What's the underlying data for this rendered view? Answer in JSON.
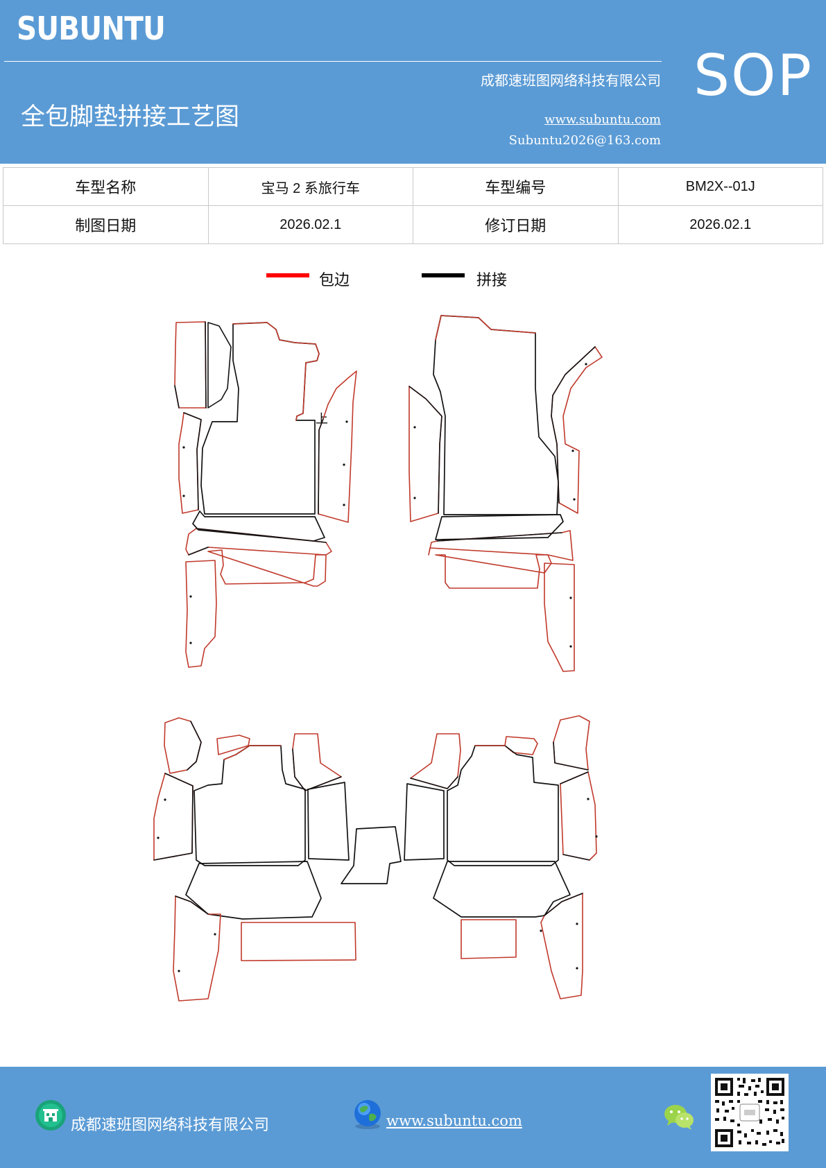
{
  "header": {
    "brand": "SUBUNTU",
    "company": "成都速班图网络科技有限公司",
    "title": "全包脚垫拼接工艺图",
    "website": "www.subuntu.com",
    "email": "Subuntu2026@163.com",
    "badge": "SOP"
  },
  "info_table": {
    "rows": [
      [
        "车型名称",
        "宝马 2 系旅行车",
        "车型编号",
        "BM2X--01J"
      ],
      [
        "制图日期",
        "2026.02.1",
        "修订日期",
        "2026.02.1"
      ]
    ]
  },
  "legend": {
    "items": [
      {
        "label": "包边",
        "color": "#ff0000"
      },
      {
        "label": "拼接",
        "color": "#000000"
      }
    ]
  },
  "drawing": {
    "stroke_colors": {
      "edge": "#c0392b",
      "seam": "#111111"
    },
    "marker": "上"
  },
  "footer": {
    "company": "成都速班图网络科技有限公司",
    "website": "www.subuntu.com",
    "icons": [
      "building-icon",
      "globe-icon",
      "wechat-icon",
      "qr-code"
    ]
  }
}
